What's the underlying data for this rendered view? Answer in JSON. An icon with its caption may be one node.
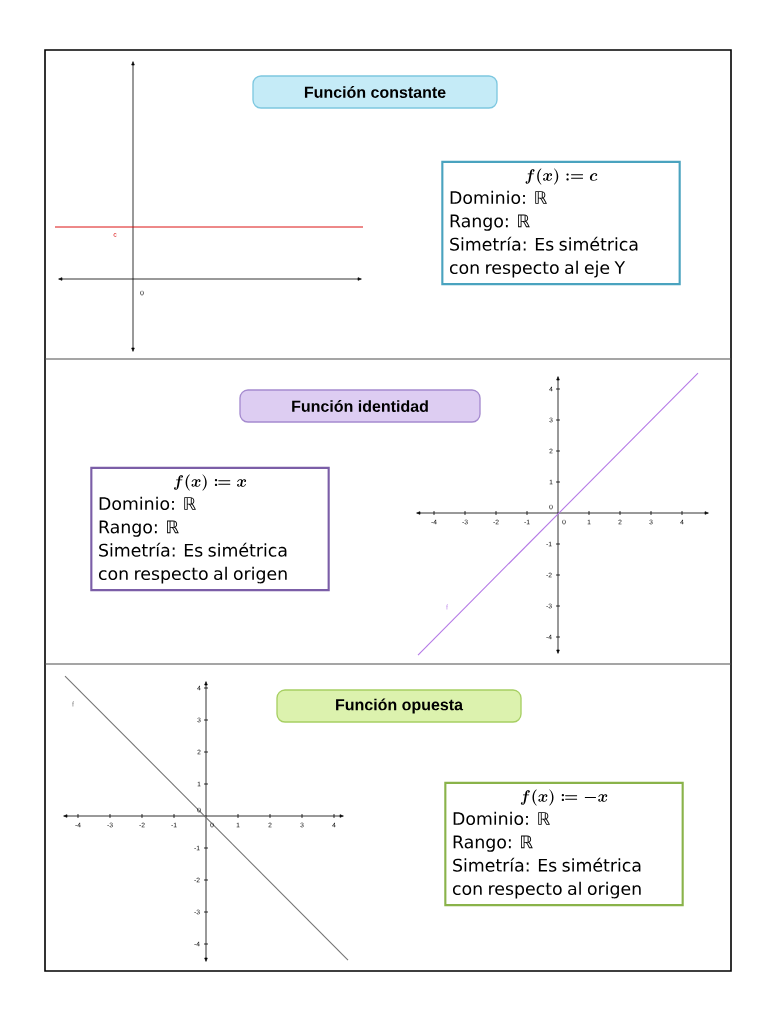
{
  "diagram": {
    "nodes": [
      {
        "text": [
          "Función constante"
        ]
      },
      {
        "text": [
          "f(x):= c",
          "Dominio: ℝ",
          "Rango: ℝ",
          "Simetría: Es simétrica con respecto al eje Y"
        ]
      },
      {
        "text": [
          "Función identidad"
        ]
      },
      {
        "text": [
          "f(x)\\coloneqq x",
          "Dominio: ℝ",
          "Rango: ℝ",
          "Simetría: Es simétrica con respecto al origen"
        ]
      },
      {
        "text": [
          "Función opuesta"
        ]
      },
      {
        "text": [
          "f(x)\\coloneqq -x",
          "Dominio: ℝ",
          "Rango: ℝ",
          "Simetría: Es simétrica con respecto al origen"
        ]
      }
    ],
    "edges": [],
    "labels": [
      "c",
      "0",
      "4",
      "3",
      "2",
      "1",
      "0",
      "-4",
      "-3",
      "-2",
      "-1",
      "0",
      "1",
      "2",
      "3",
      "4",
      "-1",
      "-2",
      "-3",
      "-4",
      "f",
      "f",
      "4",
      "3",
      "2",
      "1",
      "0",
      "-4",
      "-3",
      "-2",
      "-1",
      "0",
      "1",
      "2",
      "3",
      "4",
      "-1",
      "-2",
      "-3",
      "-4"
    ]
  }
}
